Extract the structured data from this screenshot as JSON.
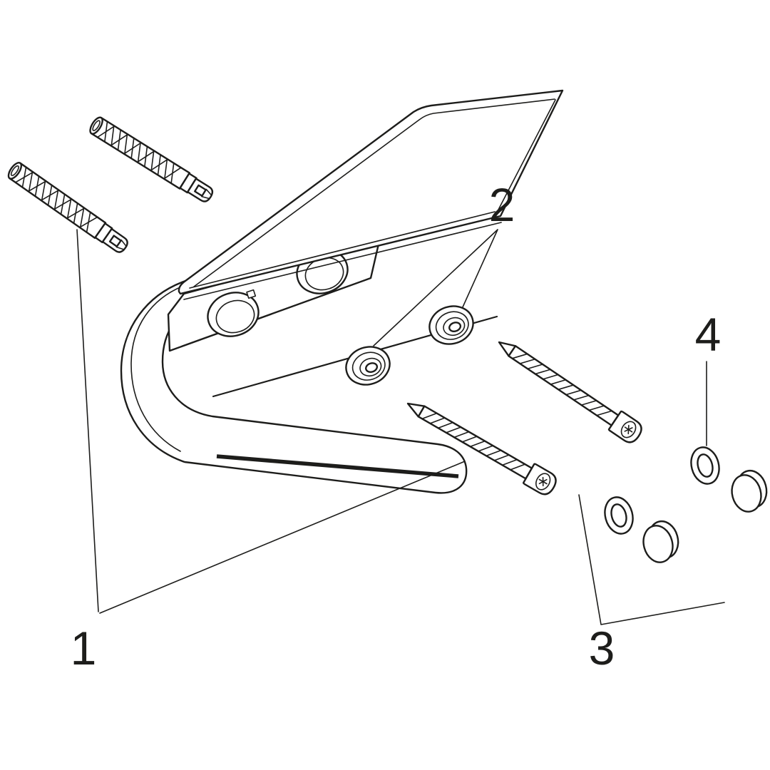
{
  "figure": {
    "background_color": "#ffffff",
    "line_color": "#1d1d1b",
    "callouts": {
      "item1": "1",
      "item2": "2",
      "item3": "3",
      "item4": "4"
    }
  }
}
